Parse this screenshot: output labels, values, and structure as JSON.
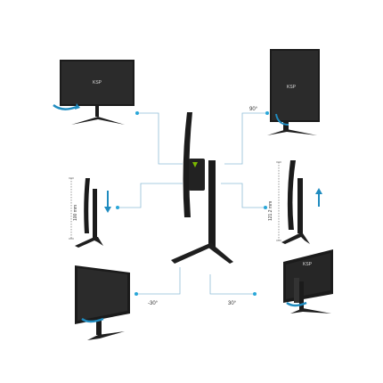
{
  "brand": {
    "logo_text": "KSP",
    "accent_color": "#7ab800"
  },
  "colors": {
    "monitor": "#1b1b1b",
    "screen": "#2e2e2e",
    "arrow": "#1f8bbf",
    "connector": "#8fbcd6"
  },
  "features": {
    "swivel_left": {
      "label": "-30°"
    },
    "swivel_right": {
      "label": "30°"
    },
    "pivot": {
      "label": "90°"
    },
    "height_left": {
      "label": "100 mm"
    },
    "height_right": {
      "label": "121.2 mm"
    }
  }
}
